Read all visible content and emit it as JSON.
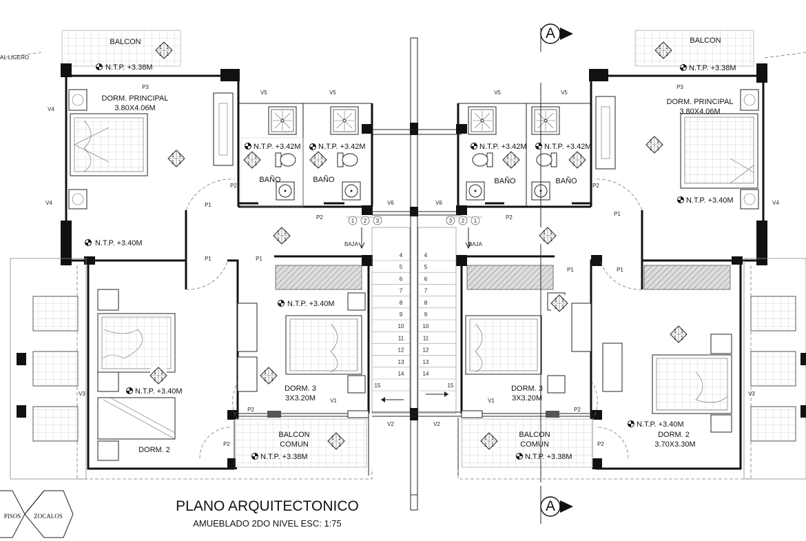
{
  "title": "PLANO ARQUITECTONICO",
  "subtitle": "AMUEBLADO 2DO NIVEL ESC: 1:75",
  "section_marker": "A",
  "truncated_label": "AL LIGERO",
  "legend": {
    "pisos": "PISOS",
    "zocalos": "ZOCALOS"
  },
  "left_unit": {
    "balcon": "BALCON",
    "ntp_balcon": "N.T.P. +3.38M",
    "dorm_principal": "DORM. PRINCIPAL",
    "dorm_principal_size": "3.80X4.06M",
    "ntp_hall": "N.T.P. +3.40M",
    "bano_1": "BAÑO",
    "bano_2": "BAÑO",
    "ntp_bano_1": "N.T.P. +3.42M",
    "ntp_bano_2": "N.T.P. +3.42M",
    "baja": "BAJA",
    "ntp_dorm3": "N.T.P. +3.40M",
    "dorm3": "DORM. 3",
    "dorm3_size": "3X3.20M",
    "ntp_dorm2": "N.T.P. +3.40M",
    "dorm2": "DORM. 2",
    "balcon_comun": "BALCON",
    "balcon_comun_2": "COMUN",
    "ntp_balcon_comun": "N.T.P. +3.38M"
  },
  "right_unit": {
    "balcon": "BALCON",
    "ntp_balcon": "N.T.P. +3.38M",
    "dorm_principal": "DORM. PRINCIPAL",
    "dorm_principal_size": "3.80X4.06M",
    "ntp_dorm_principal": "N.T.P. +3.40M",
    "bano_1": "BAÑO",
    "bano_2": "BAÑO",
    "ntp_bano_1": "N.T.P. +3.42M",
    "ntp_bano_2": "N.T.P. +3.42M",
    "baja": "BAJA",
    "dorm3": "DORM. 3",
    "dorm3_size": "3X3.20M",
    "ntp_dorm2": "N.T.P. +3.40M",
    "dorm2": "DORM. 2",
    "dorm2_size": "3.70X3.30M",
    "balcon_comun": "BALCON",
    "balcon_comun_2": "COMUN",
    "ntp_balcon_comun": "N.T.P. +3.38M"
  },
  "tags": {
    "p1": "P1",
    "p2": "P2",
    "p3": "P3",
    "v1": "V1",
    "v2": "V2",
    "v3": "V3",
    "v4": "V4",
    "v5": "V5",
    "v6": "V6"
  },
  "stair_steps_left": [
    "1",
    "2",
    "3",
    "4",
    "5",
    "6",
    "7",
    "8",
    "9",
    "10",
    "11",
    "12",
    "13",
    "14",
    "15"
  ],
  "stair_steps_right": [
    "1",
    "2",
    "3",
    "4",
    "5",
    "6",
    "7",
    "8",
    "9",
    "10",
    "11",
    "12",
    "13",
    "14",
    "15"
  ]
}
